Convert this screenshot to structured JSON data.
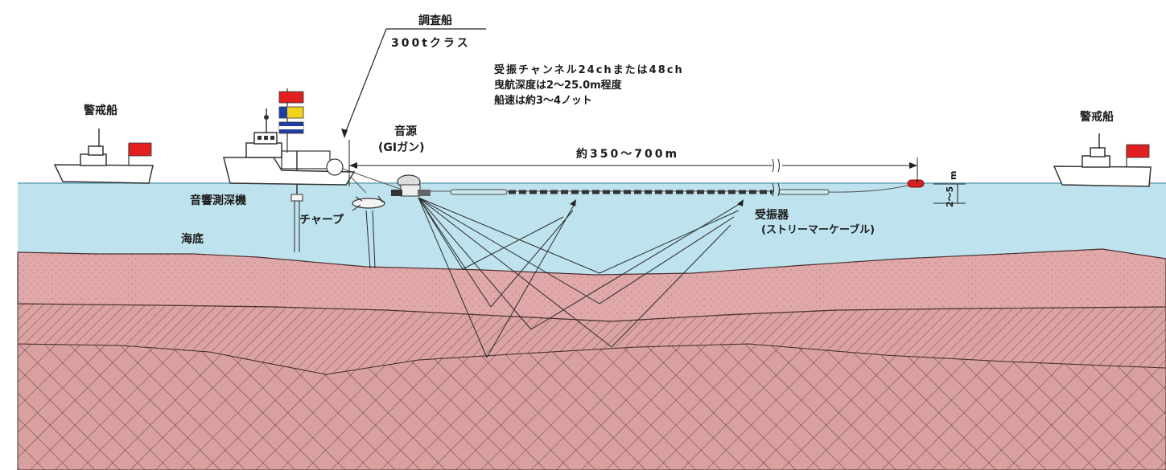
{
  "survey_ship": {
    "name": "調査船",
    "class": "300tクラス"
  },
  "specs": {
    "line1": "受振チャンネル24chまたは48ch",
    "line2": "曳航深度は2～25.0m程度",
    "line3": "船速は約3～4ノット"
  },
  "guard_ship_left": "警戒船",
  "guard_ship_right": "警戒船",
  "source": {
    "name": "音源",
    "type": "(GIガン)"
  },
  "distance": "約350～700m",
  "echo_sounder": "音響測深機",
  "chirp": "チャープ",
  "seafloor": "海底",
  "receiver": {
    "name": "受振器",
    "type": "(ストリーマーケーブル)"
  },
  "depth": {
    "value": "2～5",
    "unit": "m"
  },
  "colors": {
    "water": "#bfe3ee",
    "sediment_top": "#e0a8a8",
    "flag_red": "#e02020",
    "flag_yellow": "#f2d21a",
    "flag_blue": "#1f3fa0",
    "float_red": "#d42020"
  }
}
